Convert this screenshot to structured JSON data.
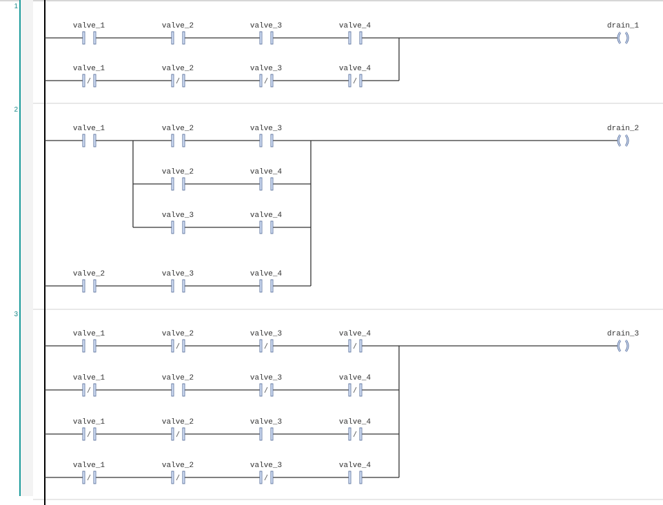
{
  "editor": {
    "colors": {
      "wire": "#333333",
      "rail": "#000000",
      "contact_fill": "#d9e6fb",
      "contact_stroke": "#5a6f9a",
      "gutter_accent": "#1a9a9a",
      "separator": "#e0e0e0"
    }
  },
  "rungs": [
    {
      "number": "1",
      "coil": {
        "label": "drain_1",
        "type": "coil",
        "icon": "coil-icon"
      },
      "branches": [
        {
          "contacts": [
            {
              "label": "valve_1",
              "type": "NO"
            },
            {
              "label": "valve_2",
              "type": "NO"
            },
            {
              "label": "valve_3",
              "type": "NO"
            },
            {
              "label": "valve_4",
              "type": "NO"
            }
          ]
        },
        {
          "contacts": [
            {
              "label": "valve_1",
              "type": "NC"
            },
            {
              "label": "valve_2",
              "type": "NC"
            },
            {
              "label": "valve_3",
              "type": "NC"
            },
            {
              "label": "valve_4",
              "type": "NC"
            }
          ]
        }
      ]
    },
    {
      "number": "2",
      "coil": {
        "label": "drain_2",
        "type": "coil",
        "icon": "coil-icon"
      },
      "series_first": {
        "label": "valve_1",
        "type": "NO"
      },
      "inner_branches": [
        {
          "contacts": [
            {
              "label": "valve_2",
              "type": "NO"
            },
            {
              "label": "valve_3",
              "type": "NO"
            }
          ]
        },
        {
          "contacts": [
            {
              "label": "valve_2",
              "type": "NO"
            },
            {
              "label": "valve_4",
              "type": "NO"
            }
          ]
        },
        {
          "contacts": [
            {
              "label": "valve_3",
              "type": "NO"
            },
            {
              "label": "valve_4",
              "type": "NO"
            }
          ]
        }
      ],
      "outer_branch": {
        "contacts": [
          {
            "label": "valve_2",
            "type": "NO"
          },
          {
            "label": "valve_3",
            "type": "NO"
          },
          {
            "label": "valve_4",
            "type": "NO"
          }
        ]
      }
    },
    {
      "number": "3",
      "coil": {
        "label": "drain_3",
        "type": "coil",
        "icon": "coil-icon"
      },
      "branches": [
        {
          "contacts": [
            {
              "label": "valve_1",
              "type": "NO"
            },
            {
              "label": "valve_2",
              "type": "NC"
            },
            {
              "label": "valve_3",
              "type": "NC"
            },
            {
              "label": "valve_4",
              "type": "NC"
            }
          ]
        },
        {
          "contacts": [
            {
              "label": "valve_1",
              "type": "NC"
            },
            {
              "label": "valve_2",
              "type": "NO"
            },
            {
              "label": "valve_3",
              "type": "NC"
            },
            {
              "label": "valve_4",
              "type": "NC"
            }
          ]
        },
        {
          "contacts": [
            {
              "label": "valve_1",
              "type": "NC"
            },
            {
              "label": "valve_2",
              "type": "NC"
            },
            {
              "label": "valve_3",
              "type": "NO"
            },
            {
              "label": "valve_4",
              "type": "NC"
            }
          ]
        },
        {
          "contacts": [
            {
              "label": "valve_1",
              "type": "NC"
            },
            {
              "label": "valve_2",
              "type": "NC"
            },
            {
              "label": "valve_3",
              "type": "NC"
            },
            {
              "label": "valve_4",
              "type": "NO"
            }
          ]
        }
      ]
    }
  ]
}
